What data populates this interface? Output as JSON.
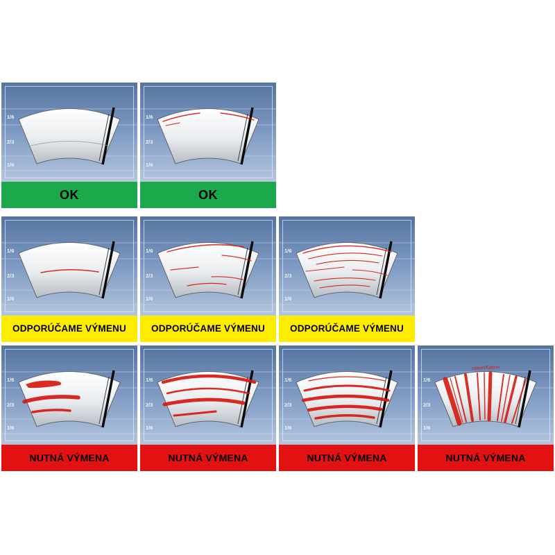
{
  "scale_labels": [
    "1/6",
    "2/3",
    "1/6"
  ],
  "colors": {
    "panel_background_top": "#54749f",
    "panel_background_bottom": "#b3c5de",
    "status_ok_green": "#1ba94c",
    "status_warning_yellow": "#ffed00",
    "status_critical_red": "#e31212",
    "streak_red": "#d61910",
    "label_text": "#000000"
  },
  "panels": [
    {
      "label": "OK",
      "status": "ok",
      "pattern": "clean"
    },
    {
      "label": "OK",
      "status": "ok",
      "pattern": "light-top-streaks"
    },
    {
      "label": "ODPORÚČAME VÝMENU",
      "status": "warning",
      "pattern": "single-streak"
    },
    {
      "label": "ODPORÚČAME VÝMENU",
      "status": "warning",
      "pattern": "scattered-streaks"
    },
    {
      "label": "ODPORÚČAME VÝMENU",
      "status": "warning",
      "pattern": "many-streaks"
    },
    {
      "label": "NUTNÁ VÝMENA",
      "status": "critical",
      "pattern": "thick-smears"
    },
    {
      "label": "NUTNÁ VÝMENA",
      "status": "critical",
      "pattern": "heavy-streaks"
    },
    {
      "label": "NUTNÁ VÝMENA",
      "status": "critical",
      "pattern": "heavy-lower-streaks"
    },
    {
      "label": "NUTNÁ VÝMENA",
      "status": "critical",
      "pattern": "vertical-smears",
      "annotation": "rattern/flattern"
    }
  ]
}
